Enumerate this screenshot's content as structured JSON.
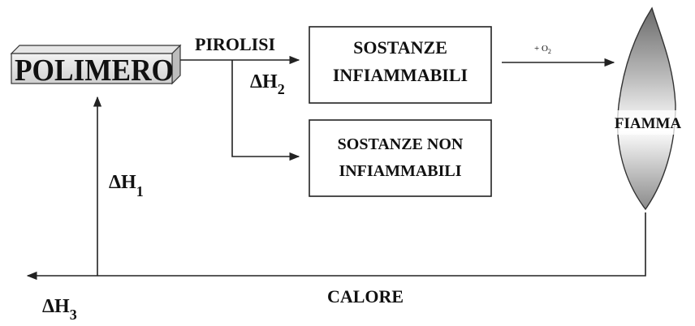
{
  "polymer": {
    "label": "POLIMERO"
  },
  "pyrolysis": {
    "label": "PIROLISI"
  },
  "delta_h2": {
    "base": "ΔH",
    "sub": "2"
  },
  "delta_h1": {
    "base": "ΔH",
    "sub": "1"
  },
  "delta_h3": {
    "base": "ΔH",
    "sub": "3"
  },
  "flammable_box": {
    "line1": "SOSTANZE",
    "line2": "INFIAMMABILI"
  },
  "nonflammable_box": {
    "line1": "SOSTANZE NON",
    "line2": "INFIAMMABILI"
  },
  "oxygen": {
    "label": "+ O",
    "sub": "2"
  },
  "flame": {
    "label": "FIAMMA"
  },
  "heat": {
    "label": "CALORE"
  }
}
